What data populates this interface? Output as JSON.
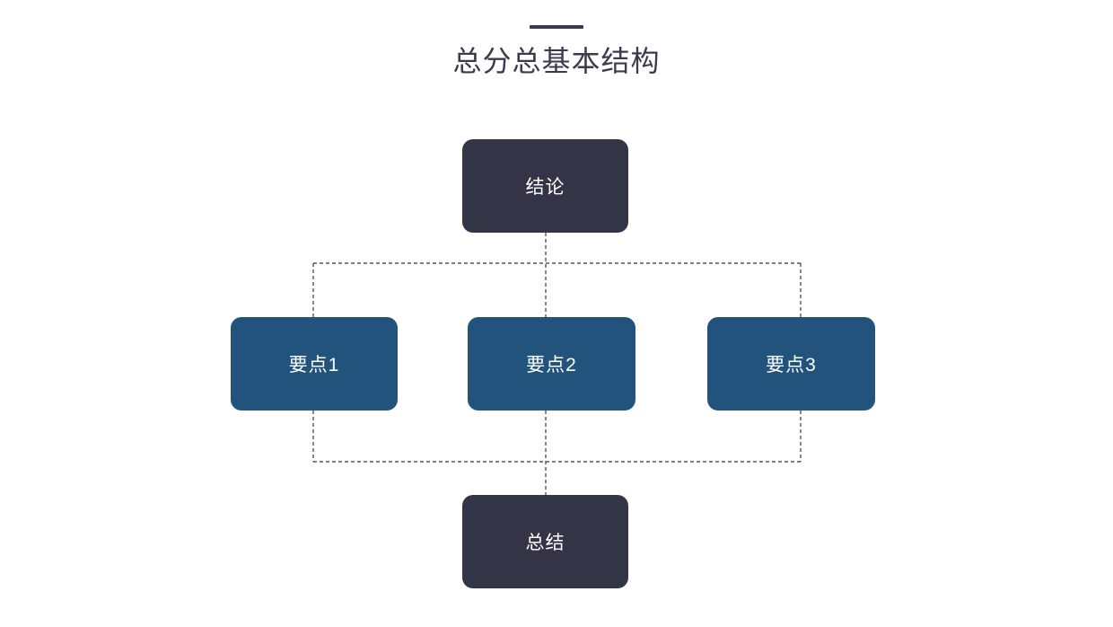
{
  "slide": {
    "title": "总分总基本结构",
    "background_color": "#ffffff"
  },
  "theme": {
    "dark_node_color": "#333546",
    "accent_node_color": "#22537d",
    "title_color": "#3a3c4e",
    "connector_color": "#555555",
    "node_text_color": "#ffffff"
  },
  "diagram": {
    "type": "hierarchy-flowchart",
    "nodes": [
      {
        "id": "conclusion",
        "label": "结论",
        "role": "top",
        "style": "dark"
      },
      {
        "id": "point1",
        "label": "要点1",
        "role": "middle",
        "style": "accent"
      },
      {
        "id": "point2",
        "label": "要点2",
        "role": "middle",
        "style": "accent"
      },
      {
        "id": "point3",
        "label": "要点3",
        "role": "middle",
        "style": "accent"
      },
      {
        "id": "summary",
        "label": "总结",
        "role": "bottom",
        "style": "dark"
      }
    ],
    "edges": [
      {
        "from": "conclusion",
        "to": "point1",
        "style": "dotted"
      },
      {
        "from": "conclusion",
        "to": "point2",
        "style": "dotted"
      },
      {
        "from": "conclusion",
        "to": "point3",
        "style": "dotted"
      },
      {
        "from": "point1",
        "to": "summary",
        "style": "dotted"
      },
      {
        "from": "point2",
        "to": "summary",
        "style": "dotted"
      },
      {
        "from": "point3",
        "to": "summary",
        "style": "dotted"
      }
    ]
  }
}
